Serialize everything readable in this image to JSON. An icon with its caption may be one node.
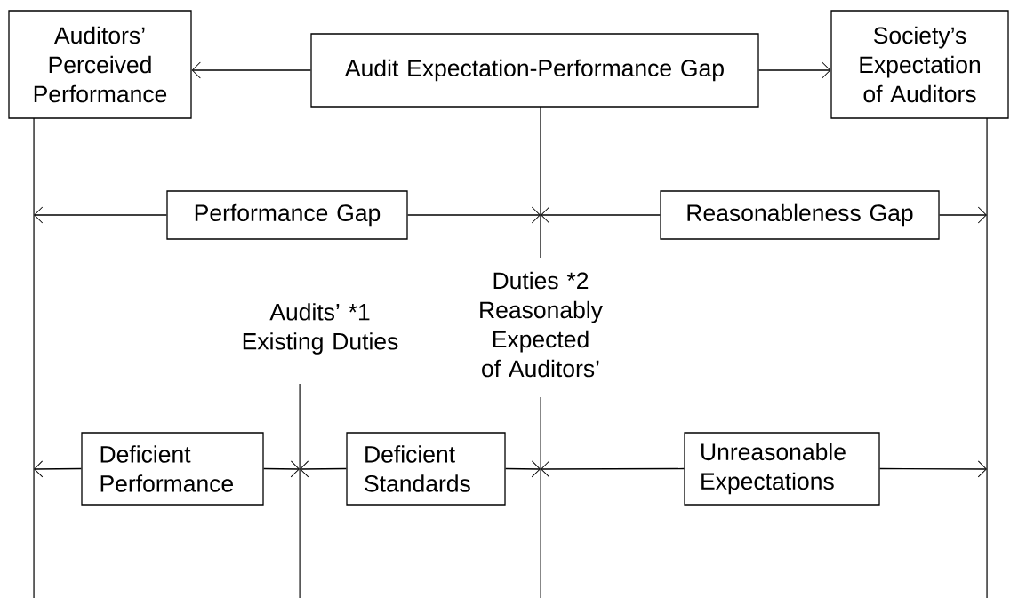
{
  "diagram": {
    "nodes": [
      {
        "text": [
          "Auditors’ Perceived Performance"
        ]
      },
      {
        "text": [
          "Audit Expectation-Performance Gap"
        ]
      },
      {
        "text": [
          "Society’s Expectation of Auditors"
        ]
      },
      {
        "text": [
          "Performance Gap"
        ]
      },
      {
        "text": [
          "Reasonableness Gap"
        ]
      },
      {
        "text": [
          "Audits’ *1 Existing Duties"
        ]
      },
      {
        "text": [
          "Duties *2 Reasonably Expected of Auditors’"
        ]
      },
      {
        "text": [
          "Deficient Performance"
        ]
      },
      {
        "text": [
          "Deficient Standards"
        ]
      },
      {
        "text": [
          "Unreasonable Expectations"
        ]
      }
    ],
    "edges": [
      {
        "from": 1,
        "to": 0,
        "arrow": "to"
      },
      {
        "from": 1,
        "to": 2,
        "arrow": "to"
      },
      {
        "from": 3,
        "to": null,
        "arrow": "to"
      },
      {
        "from": 3,
        "to": null,
        "arrow": "to"
      },
      {
        "from": 4,
        "to": null,
        "arrow": "to"
      },
      {
        "from": 4,
        "to": null,
        "arrow": "to"
      },
      {
        "from": 7,
        "to": null,
        "arrow": "to"
      },
      {
        "from": 7,
        "to": null,
        "arrow": "to"
      },
      {
        "from": 8,
        "to": null,
        "arrow": "to"
      },
      {
        "from": 8,
        "to": null,
        "arrow": "to"
      },
      {
        "from": 9,
        "to": null,
        "arrow": "to"
      },
      {
        "from": 9,
        "to": null,
        "arrow": "to"
      }
    ]
  }
}
